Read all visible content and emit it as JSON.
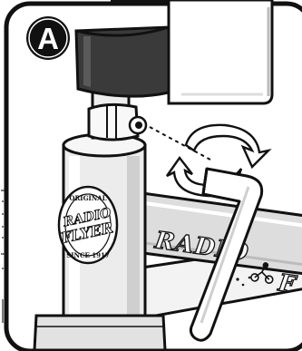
{
  "step": {
    "letter": "A"
  },
  "seat_post_logo": {
    "top_text": "ORIGINAL",
    "brand_line1": "RADIO",
    "brand_line2": "FLYER",
    "bottom_text": "SINCE 1917"
  },
  "frame_logo": {
    "text": "RADIO",
    "text_tail": "F"
  },
  "colors": {
    "line": "#111111",
    "grip": "#3a3a3a",
    "frame_fill": "#dddddd",
    "post_fill": "#e6e6e6",
    "paper": "#ffffff"
  },
  "icons": [
    "allen-wrench-icon",
    "rotation-arrows-icon",
    "bolt-icon"
  ]
}
